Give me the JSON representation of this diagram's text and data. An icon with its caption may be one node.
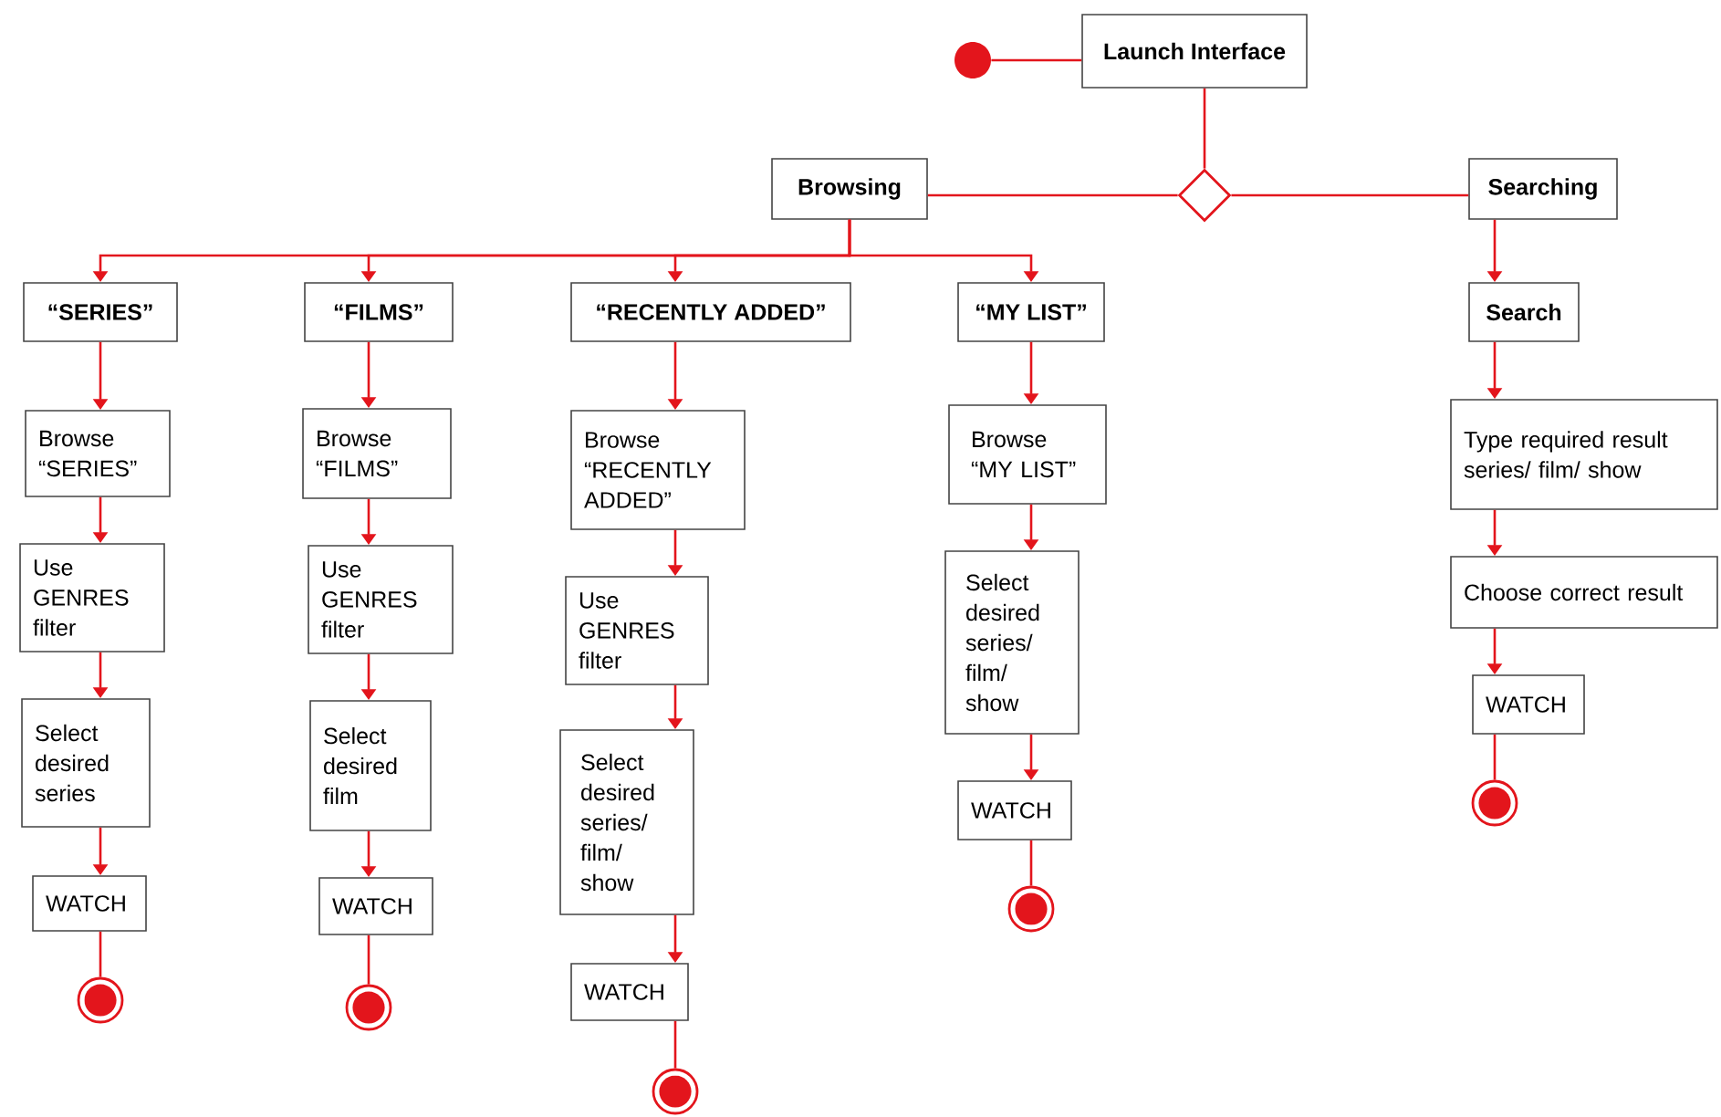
{
  "diagram": {
    "nodes": [
      {
        "text": [],
        "shape": "circle"
      },
      {
        "text": [
          "Launch Interface"
        ]
      },
      {
        "text": [],
        "shape": "diamond"
      },
      {
        "text": [
          "Browsing"
        ]
      },
      {
        "text": [
          "Searching"
        ]
      },
      {
        "text": [
          "“SERIES”"
        ]
      },
      {
        "text": [
          "“FILMS”"
        ]
      },
      {
        "text": [
          "“RECENTLY ADDED”"
        ]
      },
      {
        "text": [
          "“MY LIST”"
        ]
      },
      {
        "text": [
          "Search"
        ]
      },
      {
        "text": [
          "Browse “SERIES”"
        ]
      },
      {
        "text": [
          "Use GENRES filter"
        ]
      },
      {
        "text": [
          "Select desired series"
        ]
      },
      {
        "text": [
          "WATCH"
        ]
      },
      {
        "text": [],
        "shape": "circle"
      },
      {
        "text": [
          "Browse “FILMS”"
        ]
      },
      {
        "text": [
          "Use GENRES filter"
        ]
      },
      {
        "text": [
          "Select desired film"
        ]
      },
      {
        "text": [
          "WATCH"
        ]
      },
      {
        "text": [],
        "shape": "circle"
      },
      {
        "text": [
          "Browse “RECENTLY ADDED”"
        ]
      },
      {
        "text": [
          "Use GENRES filter"
        ]
      },
      {
        "text": [
          "Select desired series/ film/ show"
        ]
      },
      {
        "text": [
          "WATCH"
        ]
      },
      {
        "text": [],
        "shape": "circle"
      },
      {
        "text": [
          "Browse “MY LIST”"
        ]
      },
      {
        "text": [
          "Select desired series/ film/ show"
        ]
      },
      {
        "text": [
          "WATCH"
        ]
      },
      {
        "text": [],
        "shape": "circle"
      },
      {
        "text": [
          "Type required result series/ film/ show"
        ]
      },
      {
        "text": [
          "Choose correct result"
        ]
      },
      {
        "text": [
          "WATCH"
        ]
      },
      {
        "text": [],
        "shape": "circle"
      }
    ],
    "edges": [
      {
        "from": 0,
        "to": 1,
        "arrow": "none"
      },
      {
        "from": 1,
        "to": 2,
        "arrow": "none"
      },
      {
        "from": 2,
        "to": 3,
        "arrow": "none"
      },
      {
        "from": 2,
        "to": 4,
        "arrow": "none"
      },
      {
        "from": 3,
        "to": 5,
        "arrow": "to"
      },
      {
        "from": 3,
        "to": 6,
        "arrow": "to"
      },
      {
        "from": 3,
        "to": 7,
        "arrow": "to"
      },
      {
        "from": 3,
        "to": 8,
        "arrow": "to"
      },
      {
        "from": 4,
        "to": 9,
        "arrow": "to"
      },
      {
        "from": 5,
        "to": 10,
        "arrow": "to"
      },
      {
        "from": 10,
        "to": 11,
        "arrow": "to"
      },
      {
        "from": 11,
        "to": 12,
        "arrow": "to"
      },
      {
        "from": 12,
        "to": 13,
        "arrow": "to"
      },
      {
        "from": 13,
        "to": 14,
        "arrow": "none"
      },
      {
        "from": 6,
        "to": 15,
        "arrow": "to"
      },
      {
        "from": 15,
        "to": 16,
        "arrow": "to"
      },
      {
        "from": 16,
        "to": 17,
        "arrow": "to"
      },
      {
        "from": 17,
        "to": 18,
        "arrow": "to"
      },
      {
        "from": 18,
        "to": 19,
        "arrow": "none"
      },
      {
        "from": 7,
        "to": 20,
        "arrow": "to"
      },
      {
        "from": 20,
        "to": 21,
        "arrow": "to"
      },
      {
        "from": 21,
        "to": 22,
        "arrow": "to"
      },
      {
        "from": 22,
        "to": 23,
        "arrow": "to"
      },
      {
        "from": 23,
        "to": 24,
        "arrow": "none"
      },
      {
        "from": 8,
        "to": 25,
        "arrow": "to"
      },
      {
        "from": 25,
        "to": 26,
        "arrow": "to"
      },
      {
        "from": 26,
        "to": 27,
        "arrow": "to"
      },
      {
        "from": 27,
        "to": 28,
        "arrow": "none"
      },
      {
        "from": 9,
        "to": 29,
        "arrow": "to"
      },
      {
        "from": 29,
        "to": 30,
        "arrow": "to"
      },
      {
        "from": 30,
        "to": 31,
        "arrow": "to"
      },
      {
        "from": 31,
        "to": 32,
        "arrow": "none"
      }
    ]
  }
}
